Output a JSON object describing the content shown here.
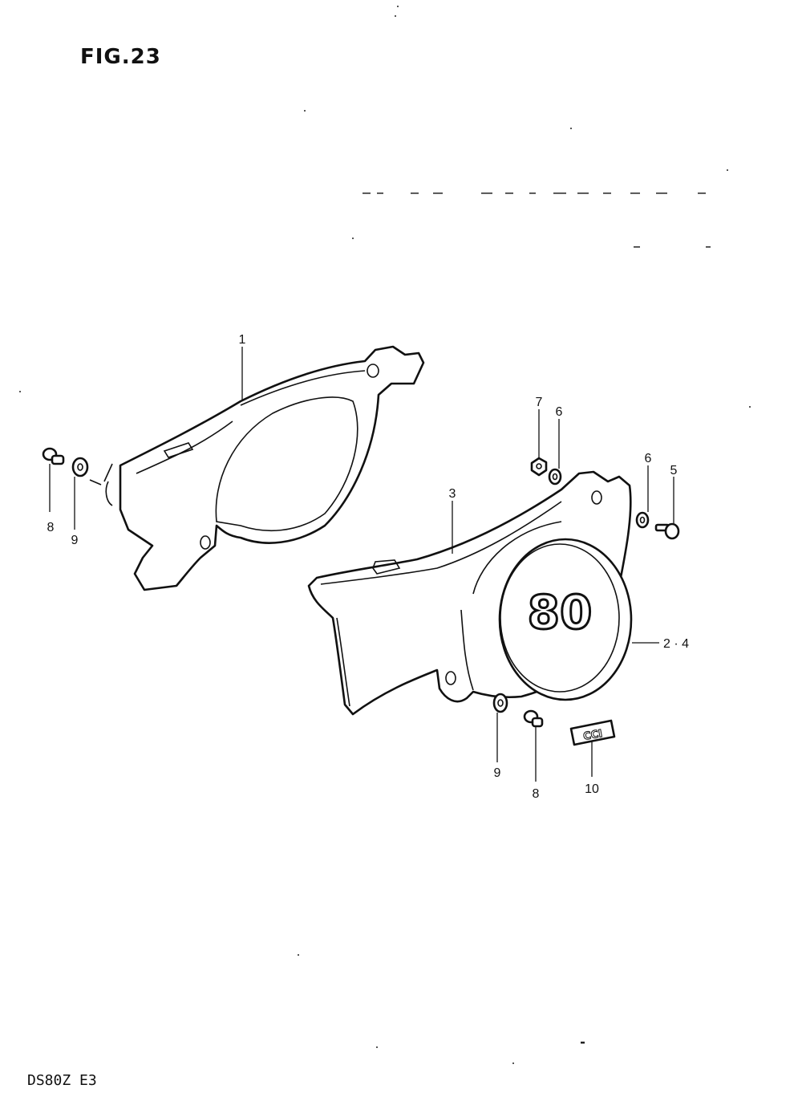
{
  "header": {
    "figure_label": "FIG.23"
  },
  "footer": {
    "model_code": "DS80Z E3"
  },
  "emblem": {
    "cover_number": "80",
    "badge_text": "CCI"
  },
  "callouts": {
    "c1": "1",
    "c2_4": "2 · 4",
    "c3": "3",
    "c5": "5",
    "c6a": "6",
    "c6b": "6",
    "c7": "7",
    "c8a": "8",
    "c8b": "8",
    "c9a": "9",
    "c9b": "9",
    "c10": "10"
  }
}
